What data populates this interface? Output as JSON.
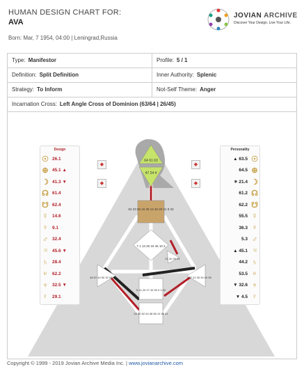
{
  "header": {
    "title": "HUMAN DESIGN CHART FOR:",
    "name": "AVA",
    "born": "Born:  Mar, 7 1954, 04:00 | Leningrad,Russia"
  },
  "logo": {
    "name_bold": "JOVIAN",
    "name_light": " ARCHIVE",
    "tagline": "Discover Your Design. Live Your Life."
  },
  "info": {
    "type_label": "Type:",
    "type_value": "Manifestor",
    "profile_label": "Profile:",
    "profile_value": "5 / 1",
    "definition_label": "Definition:",
    "definition_value": "Split Definition",
    "authority_label": "Inner Authority:",
    "authority_value": "Splenic",
    "strategy_label": "Strategy:",
    "strategy_value": "To Inform",
    "notself_label": "Not-Self Theme:",
    "notself_value": "Anger",
    "cross_label": "Incarnation Cross:",
    "cross_value": "Left Angle Cross of Dominion (63/64 | 26/45)"
  },
  "design": {
    "heading": "Design",
    "rows": [
      {
        "icon": "sun-icon",
        "glyph": "☉",
        "value": "26.1"
      },
      {
        "icon": "earth-icon",
        "glyph": "⊕",
        "value": "45.1 ▲"
      },
      {
        "icon": "moon-icon",
        "glyph": "☽",
        "value": "41.3 ▼"
      },
      {
        "icon": "north-node-icon",
        "glyph": "☊",
        "value": "61.4"
      },
      {
        "icon": "south-node-icon",
        "glyph": "☋",
        "value": "62.4"
      },
      {
        "icon": "mercury-icon",
        "glyph": "☿",
        "value": "14.6"
      },
      {
        "icon": "venus-icon",
        "glyph": "♀",
        "value": "9.1"
      },
      {
        "icon": "mars-icon",
        "glyph": "♂",
        "value": "32.4"
      },
      {
        "icon": "jupiter-icon",
        "glyph": "♃",
        "value": "45.6 ▼"
      },
      {
        "icon": "saturn-icon",
        "glyph": "♄",
        "value": "28.4"
      },
      {
        "icon": "uranus-icon",
        "glyph": "♅",
        "value": "62.2"
      },
      {
        "icon": "neptune-icon",
        "glyph": "♆",
        "value": "32.5 ▼"
      },
      {
        "icon": "pluto-icon",
        "glyph": "♇",
        "value": "29.1"
      }
    ]
  },
  "personality": {
    "heading": "Personality",
    "rows": [
      {
        "icon": "sun-icon",
        "glyph": "☉",
        "value": "▲ 63.5"
      },
      {
        "icon": "earth-icon",
        "glyph": "⊕",
        "value": "64.5"
      },
      {
        "icon": "moon-icon",
        "glyph": "☽",
        "value": "✶ 21.4"
      },
      {
        "icon": "north-node-icon",
        "glyph": "☊",
        "value": "61.2"
      },
      {
        "icon": "south-node-icon",
        "glyph": "☋",
        "value": "62.2"
      },
      {
        "icon": "mercury-icon",
        "glyph": "☿",
        "value": "55.5"
      },
      {
        "icon": "venus-icon",
        "glyph": "♀",
        "value": "36.3"
      },
      {
        "icon": "mars-icon",
        "glyph": "♂",
        "value": "5.3"
      },
      {
        "icon": "jupiter-icon",
        "glyph": "♃",
        "value": "▲ 45.1"
      },
      {
        "icon": "saturn-icon",
        "glyph": "♄",
        "value": "44.2"
      },
      {
        "icon": "uranus-icon",
        "glyph": "♅",
        "value": "53.5"
      },
      {
        "icon": "neptune-icon",
        "glyph": "♆",
        "value": "▼ 32.6"
      },
      {
        "icon": "pluto-icon",
        "glyph": "♇",
        "value": "▼ 4.5"
      }
    ]
  },
  "gates": {
    "head": "64 61 63",
    "ajna": "47 24 4",
    "throat": "62 23 56 16 35 12 45 20 31 8 33",
    "g": "7 1 13 25 15 46 10 2",
    "heart": "21 40 26 51",
    "spleen": "48 57 44 50 32 28 18",
    "sacral": "5 14 29 27 34 59 9 3 42",
    "root": "53 60 52 54 38 58 19 39 41",
    "solar": "6 37 22 36 30 49 55"
  },
  "colors": {
    "design": "#b31f28",
    "personality": "#222222",
    "head": "#c6e36a",
    "gold": "#c9a24a",
    "brown": "#c9a46a"
  },
  "footer": {
    "copyright": "Copyright © 1999 - 2019 Jovian Archive Media Inc.  |  ",
    "link": "www.jovianarchive.com"
  }
}
